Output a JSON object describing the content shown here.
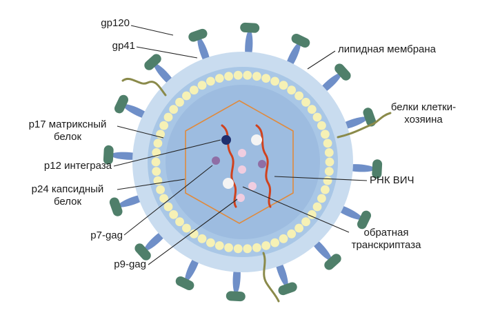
{
  "labels": {
    "gp120": "gp120",
    "gp41": "gp41",
    "lipid_membrane": "липидная мембрана",
    "host_proteins_line1": "белки клетки-",
    "host_proteins_line2": "хозяина",
    "p17_line1": "p17 матриксный",
    "p17_line2": "белок",
    "p12": "p12 интеграза",
    "p24_line1": "p24 капсидный",
    "p24_line2": "белок",
    "p7": "p7-gag",
    "p9": "p9-gag",
    "rna": "РНК ВИЧ",
    "rt_line1": "обратная",
    "rt_line2": "транскриптаза"
  },
  "colors": {
    "outer_membrane": "#c9dcef",
    "inner_shell": "#a9c7e6",
    "core": "#9dbce0",
    "bead": "#f6f1b5",
    "spike_stem": "#6f8fc8",
    "spike_head": "#4f7f6a",
    "capsid_outline": "#e08a3c",
    "rna": "#d0421e",
    "integrase": "#1f2f6e",
    "rt_pink": "#f0cde0",
    "p7_purple": "#8f6ea5",
    "white_dot": "#f4f4f4",
    "host_protein": "#8a8a4a",
    "leader_line": "#222222"
  }
}
